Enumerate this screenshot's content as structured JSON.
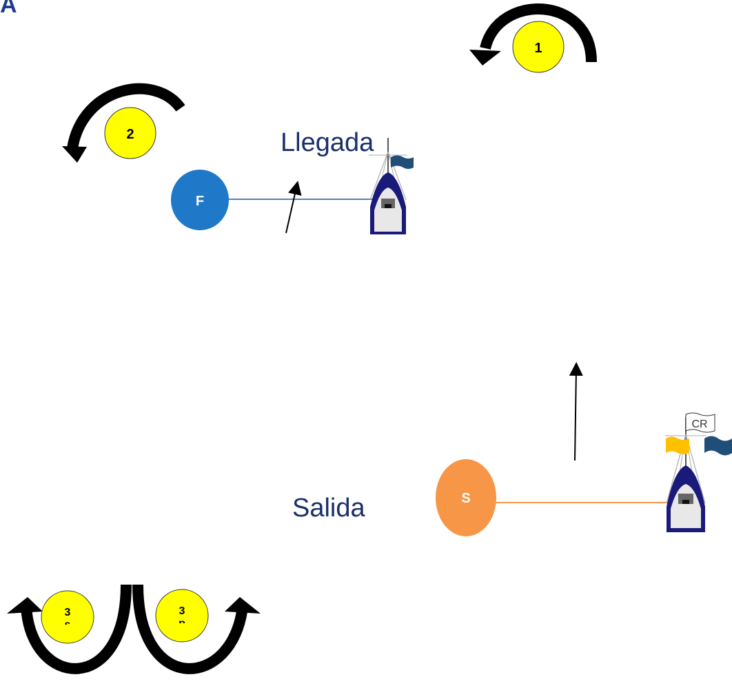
{
  "corner_label": "A",
  "finish_label": "Llegada",
  "start_label": "Salida",
  "committee_flag_text": "CR",
  "marks": {
    "mark1": "1",
    "mark2": "2",
    "mark3s_top": "3",
    "mark3s_bottom": "s",
    "mark3p_top": "3",
    "mark3p_bottom": "p",
    "finish": "F",
    "start": "S"
  },
  "colors": {
    "rounding_mark": "#ffff00",
    "finish_mark": "#1f78c8",
    "start_mark": "#f79646",
    "boat_hull": "#1a1a7a",
    "finish_line": "#4f81bd",
    "start_line": "#f79646",
    "blue_flag": "#1f4e79",
    "yellow_flag": "#ffc000",
    "label_text": "#1a2f6b"
  }
}
